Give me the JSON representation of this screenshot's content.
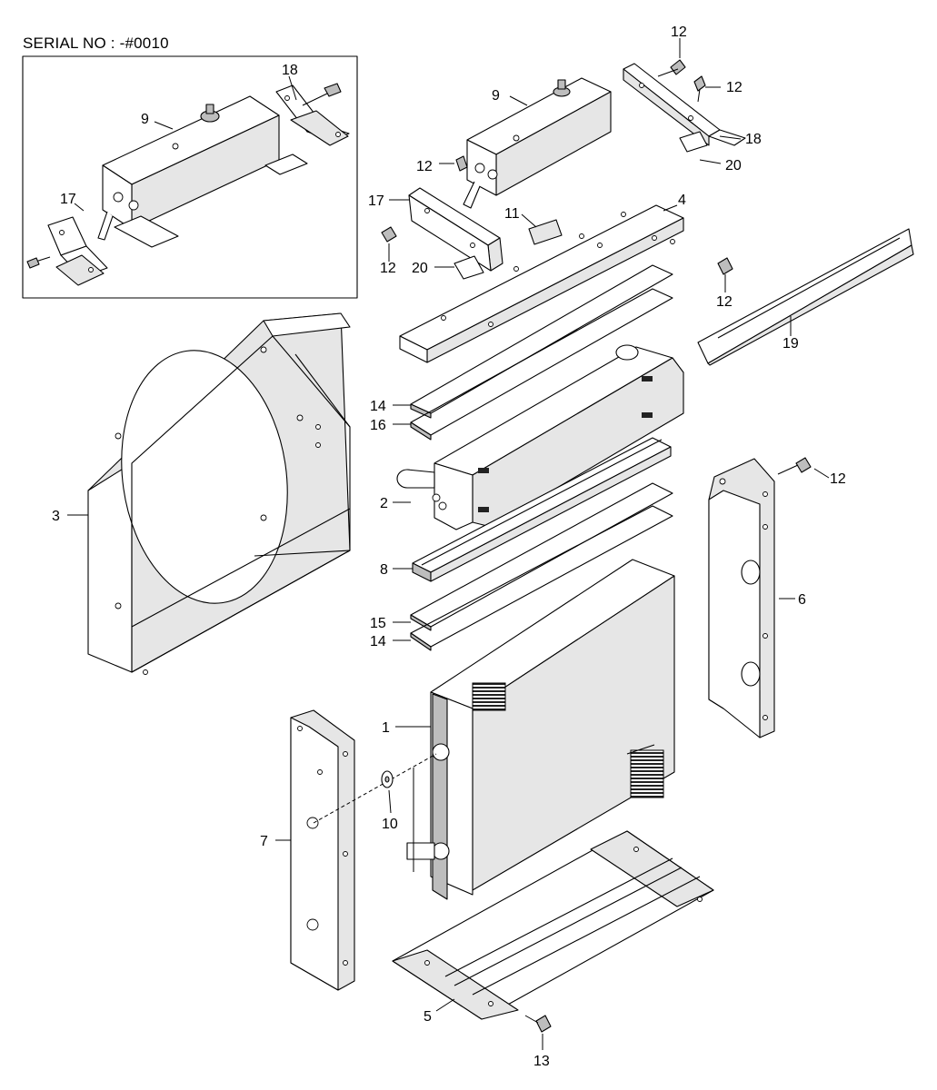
{
  "header": {
    "serial_label": "SERIAL NO : -#0010"
  },
  "callouts": {
    "c1": "1",
    "c2": "2",
    "c3": "3",
    "c4": "4",
    "c5": "5",
    "c6": "6",
    "c7": "7",
    "c8": "8",
    "c9_inset": "9",
    "c9_main": "9",
    "c10": "10",
    "c11": "11",
    "c12_a": "12",
    "c12_b": "12",
    "c12_c": "12",
    "c12_d": "12",
    "c12_e": "12",
    "c12_f": "12",
    "c13": "13",
    "c14_a": "14",
    "c14_b": "14",
    "c15": "15",
    "c16": "16",
    "c17_inset": "17",
    "c17_main": "17",
    "c18_inset": "18",
    "c18_main": "18",
    "c19": "19",
    "c20_a": "20",
    "c20_b": "20"
  }
}
